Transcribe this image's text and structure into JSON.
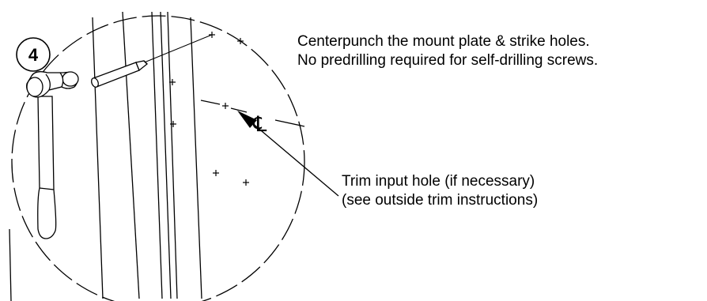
{
  "step": {
    "number": "4"
  },
  "instructions": {
    "line1": "Centerpunch the mount plate & strike holes.",
    "line2": "No predrilling required for self-drilling screws."
  },
  "trim_note": {
    "line1": "Trim input hole (if necessary)",
    "line2": "(see outside trim instructions)"
  },
  "centerline_symbol": "℄",
  "icons": {
    "hammer": "hammer-icon",
    "center_punch": "center-punch-icon"
  },
  "colors": {
    "ink": "#000000",
    "background": "#ffffff"
  }
}
